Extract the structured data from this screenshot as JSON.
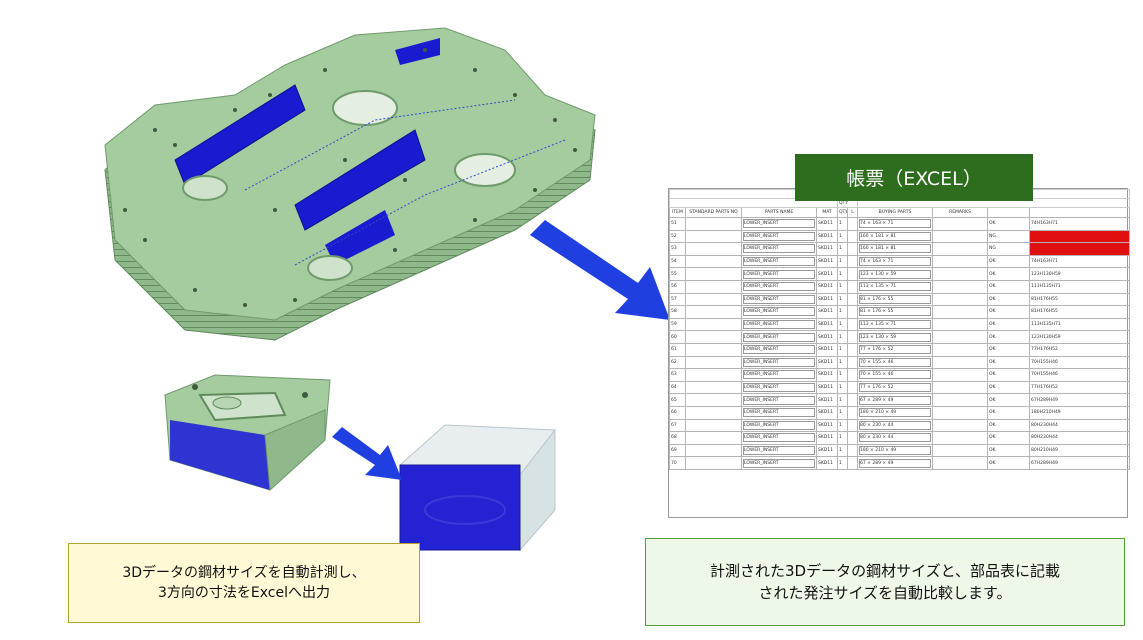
{
  "excel_label": "帳票（EXCEL）",
  "caption_left": {
    "line1": "3Dデータの鋼材サイズを自動計測し、",
    "line2": "3方向の寸法をExcelへ出力"
  },
  "caption_right": {
    "line1": "計測された3Dデータの鋼材サイズと、部品表に記載",
    "line2": "された発注サイズを自動比較します。"
  },
  "sheet": {
    "headers": [
      "ITEM",
      "STANDARD PARTS NO",
      "PARTS NAME",
      "MAT",
      "QTY R",
      "L",
      "BUYING PARTS",
      "REMARKS",
      "",
      ""
    ],
    "qty_header": "QTY",
    "rows": [
      {
        "item": "51",
        "name": "LOWER_INSERT",
        "mat": "SKD11",
        "qty": "1",
        "size": "74 × 163 × 71",
        "status": "OK",
        "measured": "74H163H71"
      },
      {
        "item": "52",
        "name": "LOWER_INSERT",
        "mat": "SKD11",
        "qty": "1",
        "size": "160 × 181 × 81",
        "status": "NG",
        "measured": "",
        "ng": true
      },
      {
        "item": "53",
        "name": "LOWER_INSERT",
        "mat": "SKD11",
        "qty": "1",
        "size": "160 × 181 × 81",
        "status": "NG",
        "measured": "",
        "ng": true
      },
      {
        "item": "54",
        "name": "LOWER_INSERT",
        "mat": "SKD11",
        "qty": "1",
        "size": "74 × 163 × 71",
        "status": "OK",
        "measured": "74H163H71"
      },
      {
        "item": "55",
        "name": "LOWER_INSERT",
        "mat": "SKD11",
        "qty": "1",
        "size": "123 × 130 × 59",
        "status": "OK",
        "measured": "123H130H59"
      },
      {
        "item": "56",
        "name": "LOWER_INSERT",
        "mat": "SKD11",
        "qty": "1",
        "size": "113 × 135 × 71",
        "status": "OK",
        "measured": "113H135H71"
      },
      {
        "item": "57",
        "name": "LOWER_INSERT",
        "mat": "SKD11",
        "qty": "1",
        "size": "81 × 176 × 55",
        "status": "OK",
        "measured": "81H176H55"
      },
      {
        "item": "58",
        "name": "LOWER_INSERT",
        "mat": "SKD11",
        "qty": "1",
        "size": "81 × 176 × 55",
        "status": "OK",
        "measured": "81H176H55"
      },
      {
        "item": "59",
        "name": "LOWER_INSERT",
        "mat": "SKD11",
        "qty": "1",
        "size": "113 × 135 × 71",
        "status": "OK",
        "measured": "113H135H71"
      },
      {
        "item": "60",
        "name": "LOWER_INSERT",
        "mat": "SKD11",
        "qty": "1",
        "size": "123 × 130 × 59",
        "status": "OK",
        "measured": "123H130H59"
      },
      {
        "item": "61",
        "name": "LOWER_INSERT",
        "mat": "SKD11",
        "qty": "1",
        "size": "77 × 176 × 52",
        "status": "OK",
        "measured": "77H176H52"
      },
      {
        "item": "62",
        "name": "LOWER_INSERT",
        "mat": "SKD11",
        "qty": "1",
        "size": "70 × 155 × 46",
        "status": "OK",
        "measured": "70H155H46"
      },
      {
        "item": "63",
        "name": "LOWER_INSERT",
        "mat": "SKD11",
        "qty": "1",
        "size": "70 × 155 × 46",
        "status": "OK",
        "measured": "70H155H46"
      },
      {
        "item": "64",
        "name": "LOWER_INSERT",
        "mat": "SKD11",
        "qty": "1",
        "size": "77 × 176 × 52",
        "status": "OK",
        "measured": "77H176H52"
      },
      {
        "item": "65",
        "name": "LOWER_INSERT",
        "mat": "SKD11",
        "qty": "1",
        "size": "67 × 289 × 49",
        "status": "OK",
        "measured": "67H289H49"
      },
      {
        "item": "66",
        "name": "LOWER_INSERT",
        "mat": "SKD11",
        "qty": "1",
        "size": "180 × 210 × 49",
        "status": "OK",
        "measured": "180H210H49"
      },
      {
        "item": "67",
        "name": "LOWER_INSERT",
        "mat": "SKD11",
        "qty": "1",
        "size": "80 × 230 × 44",
        "status": "OK",
        "measured": "80H230H44"
      },
      {
        "item": "68",
        "name": "LOWER_INSERT",
        "mat": "SKD11",
        "qty": "1",
        "size": "80 × 230 × 44",
        "status": "OK",
        "measured": "80H230H44"
      },
      {
        "item": "69",
        "name": "LOWER_INSERT",
        "mat": "SKD11",
        "qty": "1",
        "size": "180 × 210 × 49",
        "status": "OK",
        "measured": "80H210H49"
      },
      {
        "item": "70",
        "name": "LOWER_INSERT",
        "mat": "SKD11",
        "qty": "1",
        "size": "67 × 289 × 49",
        "status": "OK",
        "measured": "67H289H49"
      }
    ]
  },
  "colors": {
    "plate_green": "#9fc79a",
    "plate_edge": "#6f9a6c",
    "blue_face": "#1a1ad0",
    "arrow_blue": "#1f3fe0",
    "excel_label_bg": "#2f6d1e",
    "ng_red": "#e01010"
  }
}
